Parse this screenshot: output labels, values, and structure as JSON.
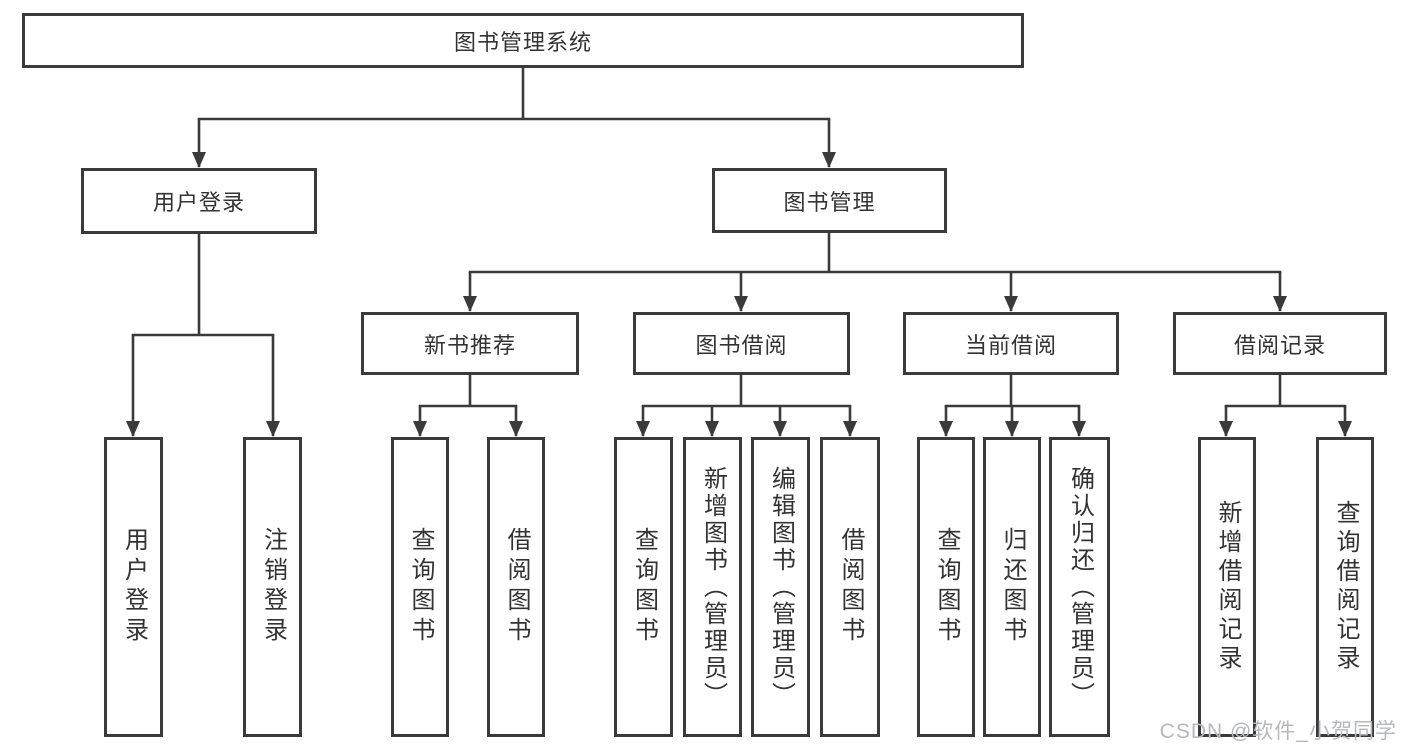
{
  "root": {
    "label": "图书管理系统"
  },
  "branches": {
    "user_login": {
      "label": "用户登录",
      "children": {
        "login": "用户登录",
        "logout": "注销登录"
      }
    },
    "book_mgmt": {
      "label": "图书管理",
      "sections": {
        "new_books": {
          "label": "新书推荐",
          "children": {
            "query": "查询图书",
            "borrow": "借阅图书"
          }
        },
        "book_borrow": {
          "label": "图书借阅",
          "children": {
            "query": "查询图书",
            "add": "新增图书（管理员）",
            "edit": "编辑图书（管理员）",
            "borrow": "借阅图书"
          }
        },
        "current_borrow": {
          "label": "当前借阅",
          "children": {
            "query": "查询图书",
            "return": "归还图书",
            "confirm": "确认归还（管理员）"
          }
        },
        "borrow_records": {
          "label": "借阅记录",
          "children": {
            "add": "新增借阅记录",
            "query": "查询借阅记录"
          }
        }
      }
    }
  },
  "watermark": "CSDN @软件_小贺同学",
  "colors": {
    "line": "#3a3a3a",
    "box_border": "#3a3a3a",
    "box_bg": "#ffffff",
    "text": "#333333",
    "watermark": "#b6b8bc"
  }
}
